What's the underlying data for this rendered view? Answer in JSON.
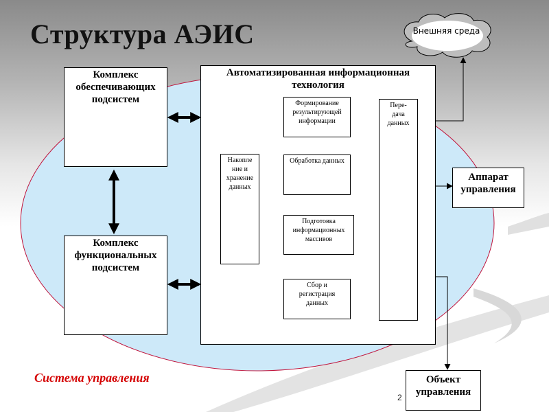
{
  "title": "Структура АЭИС",
  "cloud": {
    "label": "Внешняя среда"
  },
  "system_caption": "Система управления",
  "page_number": "2",
  "colors": {
    "ellipse_fill": "#cde9f9",
    "ellipse_stroke": "#c0143c",
    "caption": "#d40000"
  },
  "blocks": {
    "support": "Комплекс обеспечивающих подсистем",
    "functional": "Комплекс функциональных подсистем",
    "ait": "Автоматизированная информационная технология",
    "control_apparatus": "Аппарат управления",
    "control_object": "Объект управления"
  },
  "ait_blocks": {
    "result_forming": "Формирование результирующей информации",
    "processing": "Обработка данных",
    "storage": "Накопле ние и хранение данных",
    "preparation": "Подготовка информационных массивов",
    "collection": "Сбор и регистрация данных",
    "transfer": "Пере- дача данных"
  }
}
